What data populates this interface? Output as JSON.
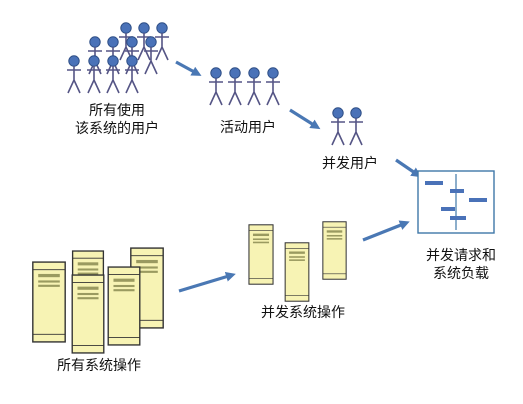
{
  "labels": {
    "all_users_line1": "所有使用",
    "all_users_line2": "该系统的用户",
    "active_users": "活动用户",
    "concurrent_users": "并发用户",
    "concurrent_ops": "并发系统操作",
    "all_ops": "所有系统操作",
    "load_line1": "并发请求和",
    "load_line2": "系统负载"
  },
  "colors": {
    "arrow": "#4a78b4",
    "person_head": "#4a72b8",
    "person_body": "#5a5a8a",
    "server_fill": "#f7f3b4",
    "server_stroke": "#333333",
    "chart_stroke": "#3f77a8",
    "chart_bar": "#4a72b8"
  },
  "icons": [
    "person-icon",
    "server-icon",
    "gantt-chart-icon",
    "arrow-icon"
  ]
}
